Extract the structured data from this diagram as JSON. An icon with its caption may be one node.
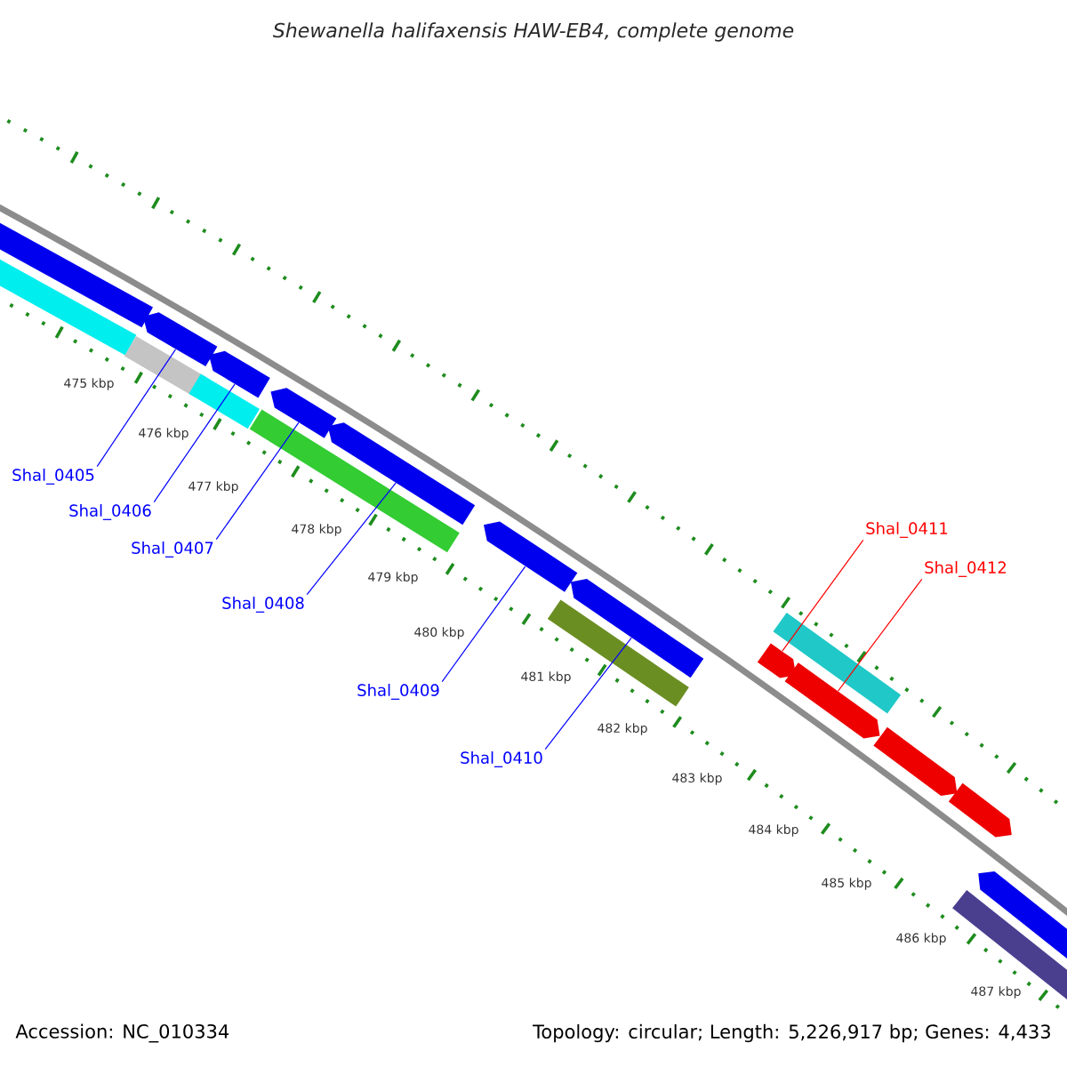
{
  "diagram": {
    "title": "Shewanella halifaxensis HAW-EB4, complete genome",
    "nodes": [
      {
        "text": [
          "Shal_0405"
        ]
      },
      {
        "text": [
          "Shal_0406"
        ]
      },
      {
        "text": [
          "Shal_0407"
        ]
      },
      {
        "text": [
          "Shal_0408"
        ]
      },
      {
        "text": [
          "Shal_0409"
        ]
      },
      {
        "text": [
          "Shal_0410"
        ]
      },
      {
        "text": [
          "Shal_0411"
        ]
      },
      {
        "text": [
          "Shal_0412"
        ]
      },
      {
        "text": [],
        "shape": "bar"
      },
      {
        "text": [],
        "shape": "bar"
      },
      {
        "text": [],
        "shape": "bar"
      },
      {
        "text": [],
        "shape": "arrow"
      },
      {
        "text": [],
        "shape": "bar"
      },
      {
        "text": [],
        "shape": "arrow"
      },
      {
        "text": [],
        "shape": "bar"
      },
      {
        "text": [],
        "shape": "arrow"
      },
      {
        "text": [],
        "shape": "arrow"
      },
      {
        "text": [],
        "shape": "arrow"
      },
      {
        "text": [],
        "shape": "bar"
      },
      {
        "text": [],
        "shape": "arrow"
      },
      {
        "text": [],
        "shape": "arrow"
      },
      {
        "text": [],
        "shape": "bar"
      },
      {
        "text": [],
        "shape": "arrow"
      },
      {
        "text": [],
        "shape": "arrow"
      },
      {
        "text": [],
        "shape": "arrow"
      },
      {
        "text": [],
        "shape": "bar"
      },
      {
        "text": [],
        "shape": "arrow"
      }
    ],
    "edges": [
      {
        "from": 0,
        "to": 11,
        "arrow": "none"
      },
      {
        "from": 1,
        "to": 13,
        "arrow": "none"
      },
      {
        "from": 2,
        "to": 15,
        "arrow": "none"
      },
      {
        "from": 3,
        "to": 16,
        "arrow": "none"
      },
      {
        "from": 4,
        "to": 17,
        "arrow": "none"
      },
      {
        "from": 5,
        "to": 19,
        "arrow": "none"
      },
      {
        "from": 6,
        "to": 20,
        "arrow": "none",
        "color": "#ff0000"
      },
      {
        "from": 7,
        "to": 22,
        "arrow": "none",
        "color": "#ff0000"
      }
    ],
    "labels": [
      "475 kbp",
      "476 kbp",
      "477 kbp",
      "478 kbp",
      "479 kbp",
      "480 kbp",
      "481 kbp",
      "482 kbp",
      "483 kbp",
      "484 kbp",
      "485 kbp",
      "486 kbp",
      "487 kbp",
      "Accession: NC_010334",
      "Topology: circular; Length: 5,226,917 bp; Genes: 4,433"
    ]
  }
}
